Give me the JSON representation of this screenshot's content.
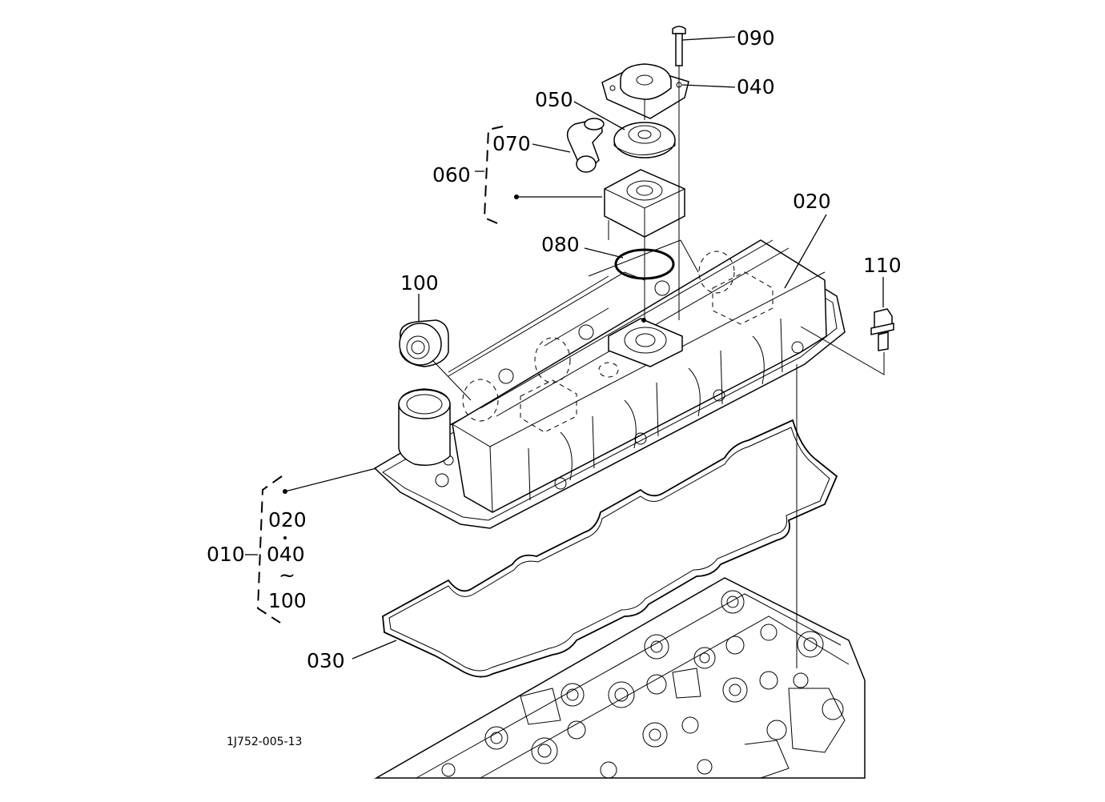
{
  "labels": {
    "p090": "090",
    "p040": "040",
    "p050": "050",
    "p070": "070",
    "p060": "060",
    "p020": "020",
    "p080": "080",
    "p110": "110",
    "p100": "100",
    "p010": "010",
    "g020": "020",
    "g040": "040",
    "g_sep": "~",
    "g100": "100",
    "p030": "030"
  },
  "drawing_code": "1J752-005-13"
}
